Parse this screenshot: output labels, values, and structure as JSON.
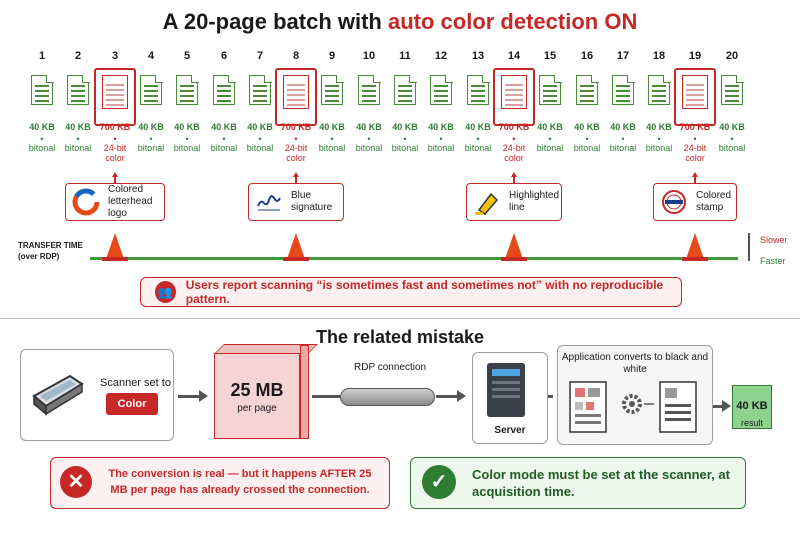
{
  "top_title": {
    "prefix": "A 20-page batch with ",
    "highlight": "auto color detection ON"
  },
  "pages": [
    {
      "num": "1",
      "size": "40 KB",
      "mode": "bitonal",
      "color": false
    },
    {
      "num": "2",
      "size": "40 KB",
      "mode": "bitonal",
      "color": false
    },
    {
      "num": "3",
      "size": "700 KB",
      "mode": "24-bit color",
      "color": true
    },
    {
      "num": "4",
      "size": "40 KB",
      "mode": "bitonal",
      "color": false
    },
    {
      "num": "5",
      "size": "40 KB",
      "mode": "bitonal",
      "color": false
    },
    {
      "num": "6",
      "size": "40 KB",
      "mode": "bitonal",
      "color": false
    },
    {
      "num": "7",
      "size": "40 KB",
      "mode": "bitonal",
      "color": false
    },
    {
      "num": "8",
      "size": "700 KB",
      "mode": "24-bit color",
      "color": true
    },
    {
      "num": "9",
      "size": "40 KB",
      "mode": "bitonal",
      "color": false
    },
    {
      "num": "10",
      "size": "40 KB",
      "mode": "bitonal",
      "color": false
    },
    {
      "num": "11",
      "size": "40 KB",
      "mode": "bitonal",
      "color": false
    },
    {
      "num": "12",
      "size": "40 KB",
      "mode": "bitonal",
      "color": false
    },
    {
      "num": "13",
      "size": "40 KB",
      "mode": "bitonal",
      "color": false
    },
    {
      "num": "14",
      "size": "700 KB",
      "mode": "24-bit color",
      "color": true
    },
    {
      "num": "15",
      "size": "40 KB",
      "mode": "bitonal",
      "color": false
    },
    {
      "num": "16",
      "size": "40 KB",
      "mode": "bitonal",
      "color": false
    },
    {
      "num": "17",
      "size": "40 KB",
      "mode": "bitonal",
      "color": false
    },
    {
      "num": "18",
      "size": "40 KB",
      "mode": "bitonal",
      "color": false
    },
    {
      "num": "19",
      "size": "700 KB",
      "mode": "24-bit color",
      "color": true
    },
    {
      "num": "20",
      "size": "40 KB",
      "mode": "bitonal",
      "color": false
    }
  ],
  "dot": "•",
  "callouts": [
    {
      "text": "Colored letterhead logo",
      "icon": "logo-icon"
    },
    {
      "text": "Blue signature",
      "icon": "signature-icon"
    },
    {
      "text": "Highlighted line",
      "icon": "highlighter-icon"
    },
    {
      "text": "Colored stamp",
      "icon": "stamp-icon"
    }
  ],
  "transfer": {
    "label_line1": "TRANSFER TIME",
    "label_line2": "(over RDP)",
    "slower": "Slower",
    "faster": "Faster"
  },
  "report": {
    "text": "Users report scanning “is sometimes fast and sometimes not” with no reproducible pattern."
  },
  "bottom_title": "The related mistake",
  "scanner": {
    "label": "Scanner set to",
    "button": "Color"
  },
  "payload": {
    "size": "25 MB",
    "sub": "per page"
  },
  "rdp": {
    "label": "RDP connection"
  },
  "server": {
    "label": "Server"
  },
  "app": {
    "label": "Application converts to black and white"
  },
  "result": {
    "size": "40 KB",
    "sub": "result"
  },
  "warning": {
    "text": "The conversion is real — but it happens AFTER 25 MB per page has already crossed the connection."
  },
  "ok": {
    "text": "Color mode must be set at the scanner, at acquisition time."
  },
  "colors": {
    "accent_red": "#c62828",
    "accent_green": "#2e7d32",
    "cone_orange": "#e64a19"
  }
}
